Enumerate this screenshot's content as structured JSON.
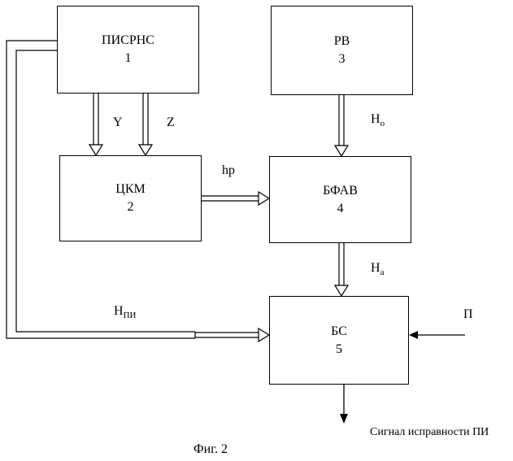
{
  "blocks": {
    "pisrns": {
      "name": "ПИСРНС",
      "number": "1"
    },
    "rv": {
      "name": "РВ",
      "number": "3"
    },
    "ckm": {
      "name": "ЦКМ",
      "number": "2"
    },
    "bfav": {
      "name": "БФАВ",
      "number": "4"
    },
    "bs": {
      "name": "БС",
      "number": "5"
    }
  },
  "signals": {
    "y": "Y",
    "z": "Z",
    "hr": "hр",
    "h_o_main": "H",
    "h_o_sub": "o",
    "h_a_main": "H",
    "h_a_sub": "a",
    "h_pi_main": "H",
    "h_pi_sub": "ПИ",
    "p": "П",
    "output": "Сигнал исправности ПИ"
  },
  "caption": "Фиг. 2"
}
